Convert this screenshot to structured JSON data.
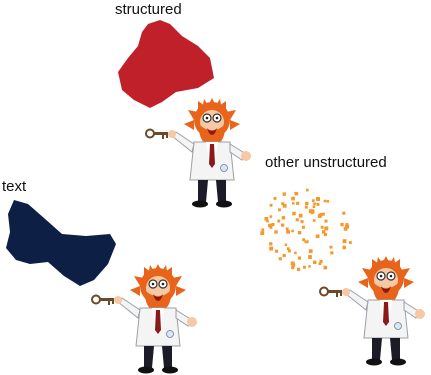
{
  "labels": {
    "structured": "structured",
    "text": "text",
    "other": "other unstructured"
  },
  "colors": {
    "structured_blob": "#c0202a",
    "text_blob": "#0d1f45",
    "particles": "#f39a2e",
    "scientist_hair": "#e8641a",
    "scientist_coat": "#f4f4f4",
    "scientist_tie": "#8a1a1a",
    "scientist_pants": "#1c1c28"
  },
  "icons": [
    "scientist-icon"
  ]
}
